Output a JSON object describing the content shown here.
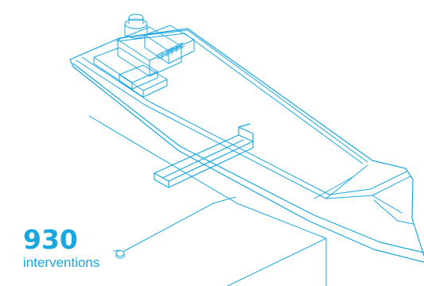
{
  "stat": {
    "number": "930",
    "label": "interventions"
  },
  "colors": {
    "accent": "#1aa7e0",
    "background": "#ffffff"
  },
  "illustration": {
    "subject": "isometric line drawing of a ship hull with a gangway callout",
    "icon": "ship-line-art"
  }
}
